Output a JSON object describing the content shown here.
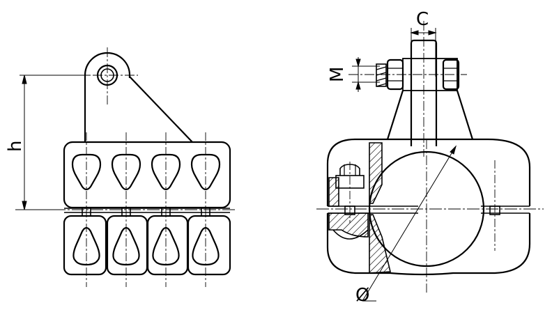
{
  "labels": {
    "height": "h",
    "width_c": "C",
    "thread_m": "M",
    "diameter": "Ø"
  },
  "colors": {
    "line": "#000000",
    "background": "#ffffff"
  }
}
